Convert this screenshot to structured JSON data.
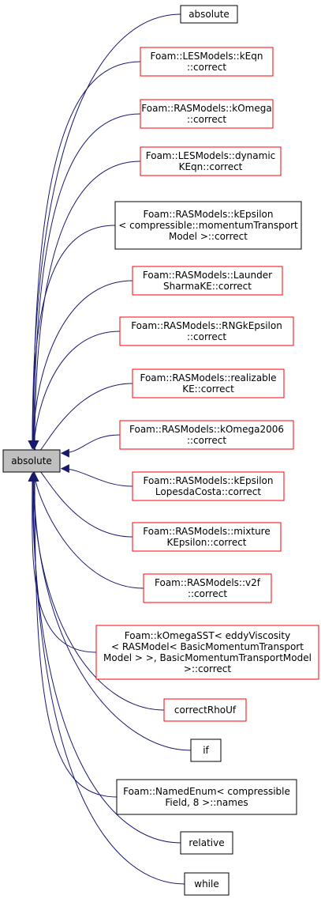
{
  "graph": {
    "root": {
      "label": "absolute",
      "fill": "#bfbfbf",
      "border": "#000000"
    },
    "edge_color": "#191970",
    "nodes": [
      {
        "lines": [
          "absolute"
        ],
        "border": "#000000"
      },
      {
        "lines": [
          "Foam::LESModels::kEqn",
          "::correct"
        ],
        "border": "#ff0000"
      },
      {
        "lines": [
          "Foam::RASModels::kOmega",
          "::correct"
        ],
        "border": "#ff0000"
      },
      {
        "lines": [
          "Foam::LESModels::dynamic",
          "KEqn::correct"
        ],
        "border": "#ff0000"
      },
      {
        "lines": [
          "Foam::RASModels::kEpsilon",
          "< compressible::momentumTransport",
          "Model >::correct"
        ],
        "border": "#000000"
      },
      {
        "lines": [
          "Foam::RASModels::Launder",
          "SharmaKE::correct"
        ],
        "border": "#ff0000"
      },
      {
        "lines": [
          "Foam::RASModels::RNGkEpsilon",
          "::correct"
        ],
        "border": "#ff0000"
      },
      {
        "lines": [
          "Foam::RASModels::realizable",
          "KE::correct"
        ],
        "border": "#ff0000"
      },
      {
        "lines": [
          "Foam::RASModels::kOmega2006",
          "::correct"
        ],
        "border": "#ff0000"
      },
      {
        "lines": [
          "Foam::RASModels::kEpsilon",
          "LopesdaCosta::correct"
        ],
        "border": "#ff0000"
      },
      {
        "lines": [
          "Foam::RASModels::mixture",
          "KEpsilon::correct"
        ],
        "border": "#ff0000"
      },
      {
        "lines": [
          "Foam::RASModels::v2f",
          "::correct"
        ],
        "border": "#ff0000"
      },
      {
        "lines": [
          "Foam::kOmegaSST< eddyViscosity",
          "< RASModel< BasicMomentumTransport",
          "Model > >, BasicMomentumTransportModel",
          ">::correct"
        ],
        "border": "#ff0000"
      },
      {
        "lines": [
          "correctRhoUf"
        ],
        "border": "#ff0000"
      },
      {
        "lines": [
          "if"
        ],
        "border": "#000000"
      },
      {
        "lines": [
          "Foam::NamedEnum< compressible",
          "Field, 8 >::names"
        ],
        "border": "#000000"
      },
      {
        "lines": [
          "relative"
        ],
        "border": "#000000"
      },
      {
        "lines": [
          "while"
        ],
        "border": "#000000"
      }
    ]
  }
}
